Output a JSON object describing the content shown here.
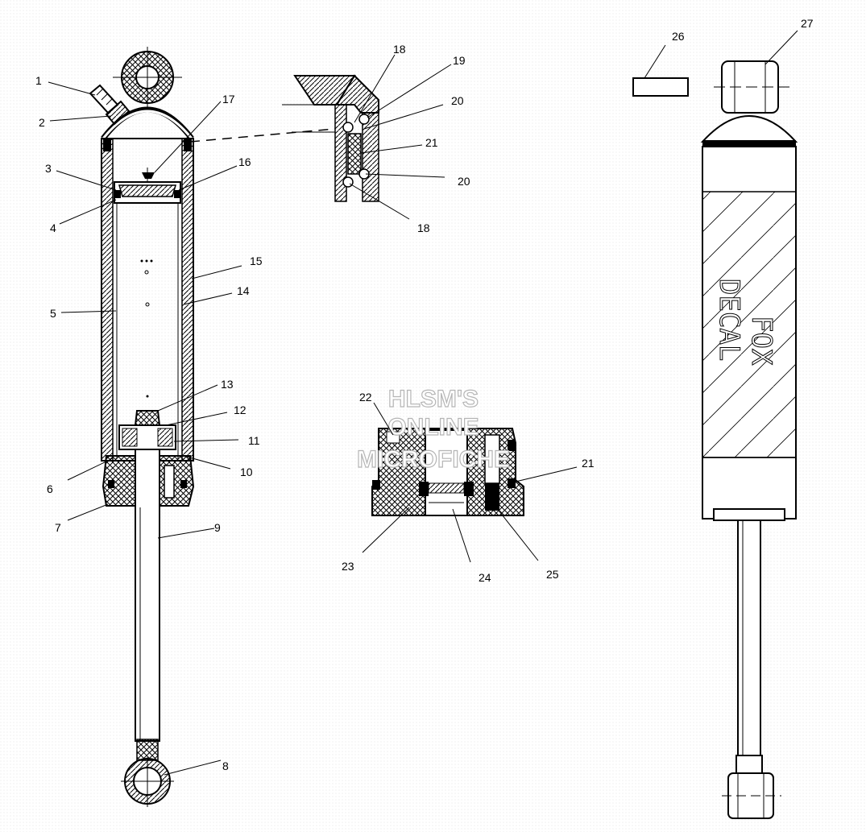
{
  "callouts": {
    "c1": "1",
    "c2": "2",
    "c3": "3",
    "c4": "4",
    "c5": "5",
    "c6": "6",
    "c7": "7",
    "c8": "8",
    "c9": "9",
    "c10": "10",
    "c11": "11",
    "c12": "12",
    "c13": "13",
    "c14": "14",
    "c15": "15",
    "c16": "16",
    "c17": "17",
    "c18a": "18",
    "c18b": "18",
    "c19": "19",
    "c20a": "20",
    "c20b": "20",
    "c21a": "21",
    "c21b": "21",
    "c22": "22",
    "c23": "23",
    "c24": "24",
    "c25": "25",
    "c26": "26",
    "c27": "27"
  },
  "watermark": {
    "line1": "HLSM'S",
    "line2": "ONLINE",
    "line3": "MICROFICHE"
  },
  "decal": {
    "line1": "FOX",
    "line2": "DECAL"
  }
}
